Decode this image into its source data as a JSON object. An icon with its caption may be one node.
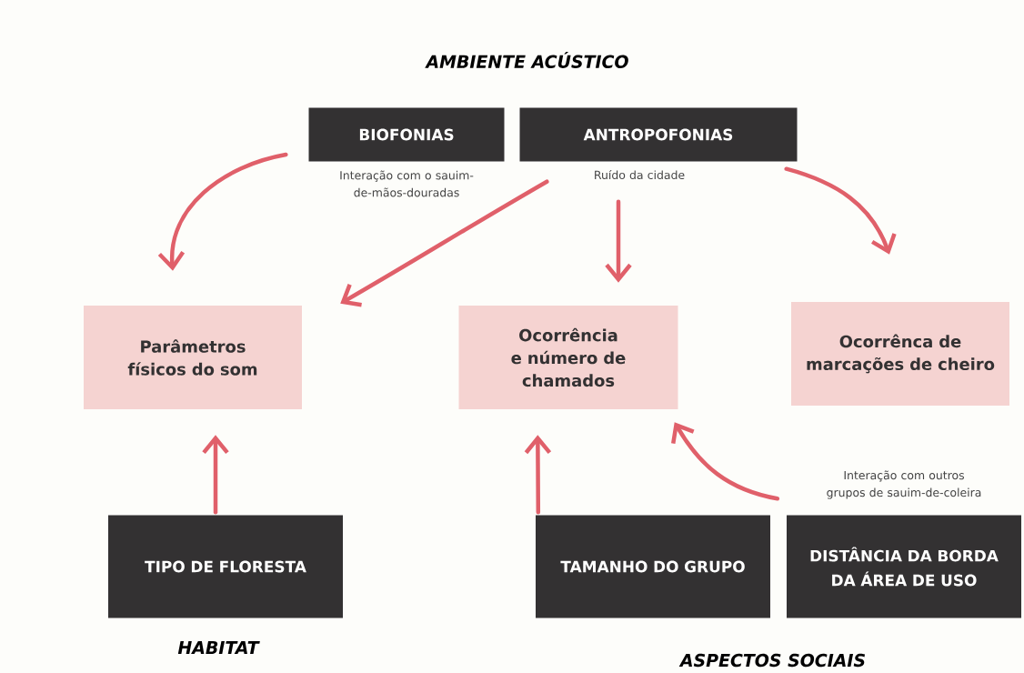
{
  "diagram": {
    "nodes": [
      {
        "text": [
          "BIOFONIAS"
        ],
        "beside": [
          "Interação com o sauim-de-mãos-douradas"
        ]
      },
      {
        "text": [
          "ANTROPOFONIAS"
        ],
        "beside": [
          "Ruído da cidade"
        ]
      },
      {
        "text": [
          "Parâmetros físicos do som"
        ]
      },
      {
        "text": [
          "Ocorrência e número de chamados"
        ]
      },
      {
        "text": [
          "Ocorrênca de marcações de cheiro"
        ]
      },
      {
        "text": [
          "TIPO DE FLORESTA"
        ]
      },
      {
        "text": [
          "TAMANHO DO GRUPO"
        ]
      },
      {
        "text": [
          "DISTÂNCIA DA BORDA DA ÁREA DE USO"
        ],
        "beside": [
          "Interação com outros grupos de sauim-de-coleira"
        ]
      }
    ],
    "edges": [
      {
        "from": 0,
        "to": 2,
        "arrow": "to"
      },
      {
        "from": 1,
        "to": 2,
        "arrow": "to"
      },
      {
        "from": 1,
        "to": 3,
        "arrow": "to"
      },
      {
        "from": 1,
        "to": 4,
        "arrow": "to"
      },
      {
        "from": 5,
        "to": 2,
        "arrow": "to"
      },
      {
        "from": 6,
        "to": 3,
        "arrow": "to"
      },
      {
        "from": 7,
        "to": 3,
        "arrow": "to"
      }
    ],
    "labels": [
      "AMBIENTE ACÚSTICO",
      "HABITAT",
      "ASPECTOS SOCIAIS"
    ]
  }
}
